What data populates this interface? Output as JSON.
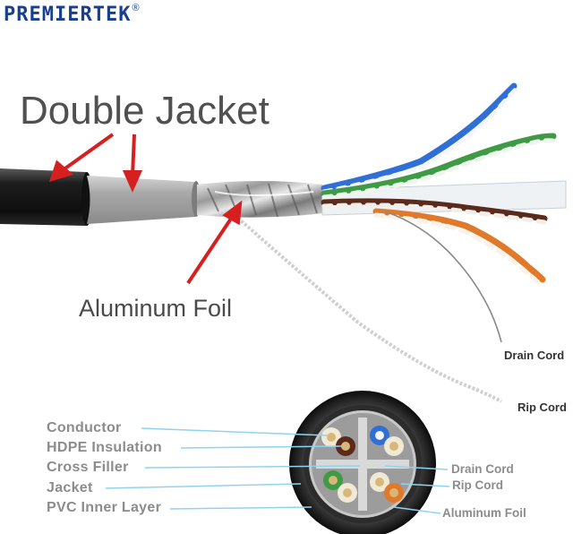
{
  "logo": {
    "text": "PREMIERTEK",
    "registered": "®"
  },
  "title": "Double Jacket",
  "callouts": {
    "aluminum_foil": "Aluminum Foil",
    "drain_cord": "Drain Cord",
    "rip_cord": "Rip Cord"
  },
  "legend_left": [
    "Conductor",
    "HDPE Insulation",
    "Cross Filler",
    "Jacket",
    "PVC Inner Layer"
  ],
  "legend_right": [
    "Drain Cord",
    "Rip Cord",
    "Aluminum Foil"
  ],
  "colors": {
    "brand": "#1a3f8f",
    "arrow": "#d61f1f",
    "outer_jacket": "#1b1b1b",
    "inner_jacket": "#a9a9a9",
    "pair_blue": "#2f6fd6",
    "pair_green": "#3f9a45",
    "pair_brown": "#5a2a1c",
    "pair_orange": "#e07a2a",
    "leader_line": "#8fd4ef"
  }
}
